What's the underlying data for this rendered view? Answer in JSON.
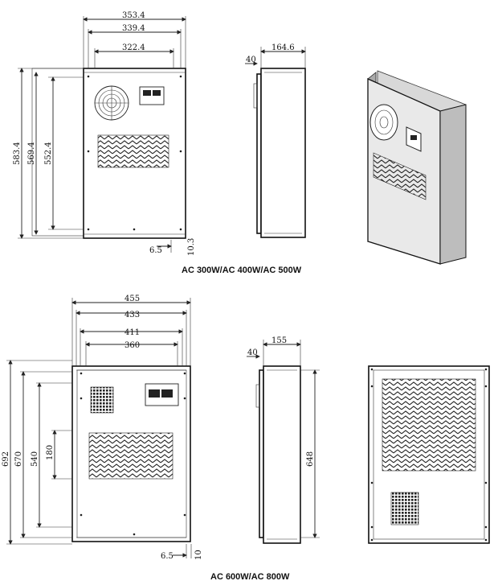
{
  "top": {
    "caption": "AC 300W/AC 400W/AC 500W",
    "front_dims": {
      "w1": "353.4",
      "w2": "339.4",
      "w3": "322.4",
      "h1": "583.4",
      "h2": "569.4",
      "h3": "552.4",
      "gap": "6.5",
      "depth_off": "10.3"
    },
    "side_dims": {
      "flange": "40",
      "depth": "164.6"
    }
  },
  "bottom": {
    "caption": "AC 600W/AC 800W",
    "front_dims": {
      "w1": "455",
      "w2": "433",
      "w3": "411",
      "w4": "360",
      "h1": "692",
      "h2": "670",
      "h3": "540",
      "h4": "180",
      "gap": "6.5",
      "bot": "10"
    },
    "side_dims": {
      "flange": "40",
      "depth": "155",
      "height": "648"
    }
  }
}
